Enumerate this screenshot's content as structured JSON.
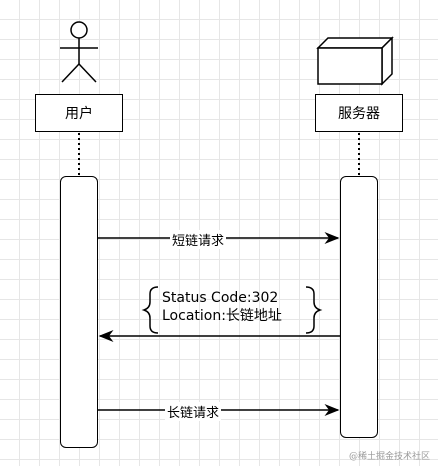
{
  "participants": {
    "user_label": "用户",
    "server_label": "服务器"
  },
  "messages": {
    "m1_label": "短链请求",
    "m2_line1": "Status Code:302",
    "m2_line2": "Location:长链地址",
    "m3_label": "长链请求"
  },
  "watermark": "@稀土掘金技术社区",
  "colors": {
    "line": "#000000",
    "grid": "#e6e6e6"
  }
}
